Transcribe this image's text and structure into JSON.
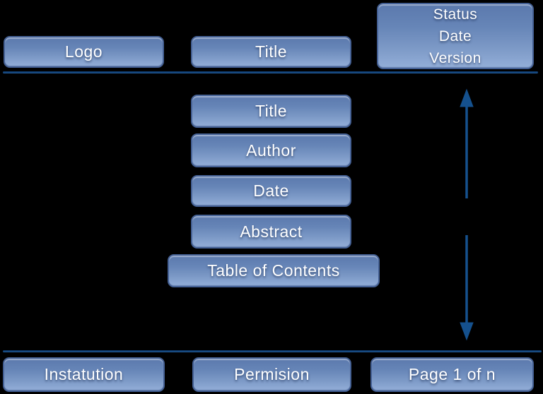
{
  "canvas": {
    "background_color": "#000000",
    "box_fill_top": "#5b79ad",
    "box_fill_bottom": "#93aed8",
    "box_border_color": "#446094",
    "box_text_color": "#ffffff",
    "rule_color": "#12477f",
    "arrow_color": "#15518e"
  },
  "header": {
    "logo": "Logo",
    "title": "Title",
    "status_lines": [
      "Status",
      "Date",
      "Version"
    ]
  },
  "front_matter": {
    "title": "Title",
    "author": "Author",
    "date": "Date",
    "abstract": "Abstract",
    "toc": "Table of Contents"
  },
  "footer": {
    "institution": "Instatution",
    "permission": "Permision",
    "page": "Page 1 of n"
  }
}
